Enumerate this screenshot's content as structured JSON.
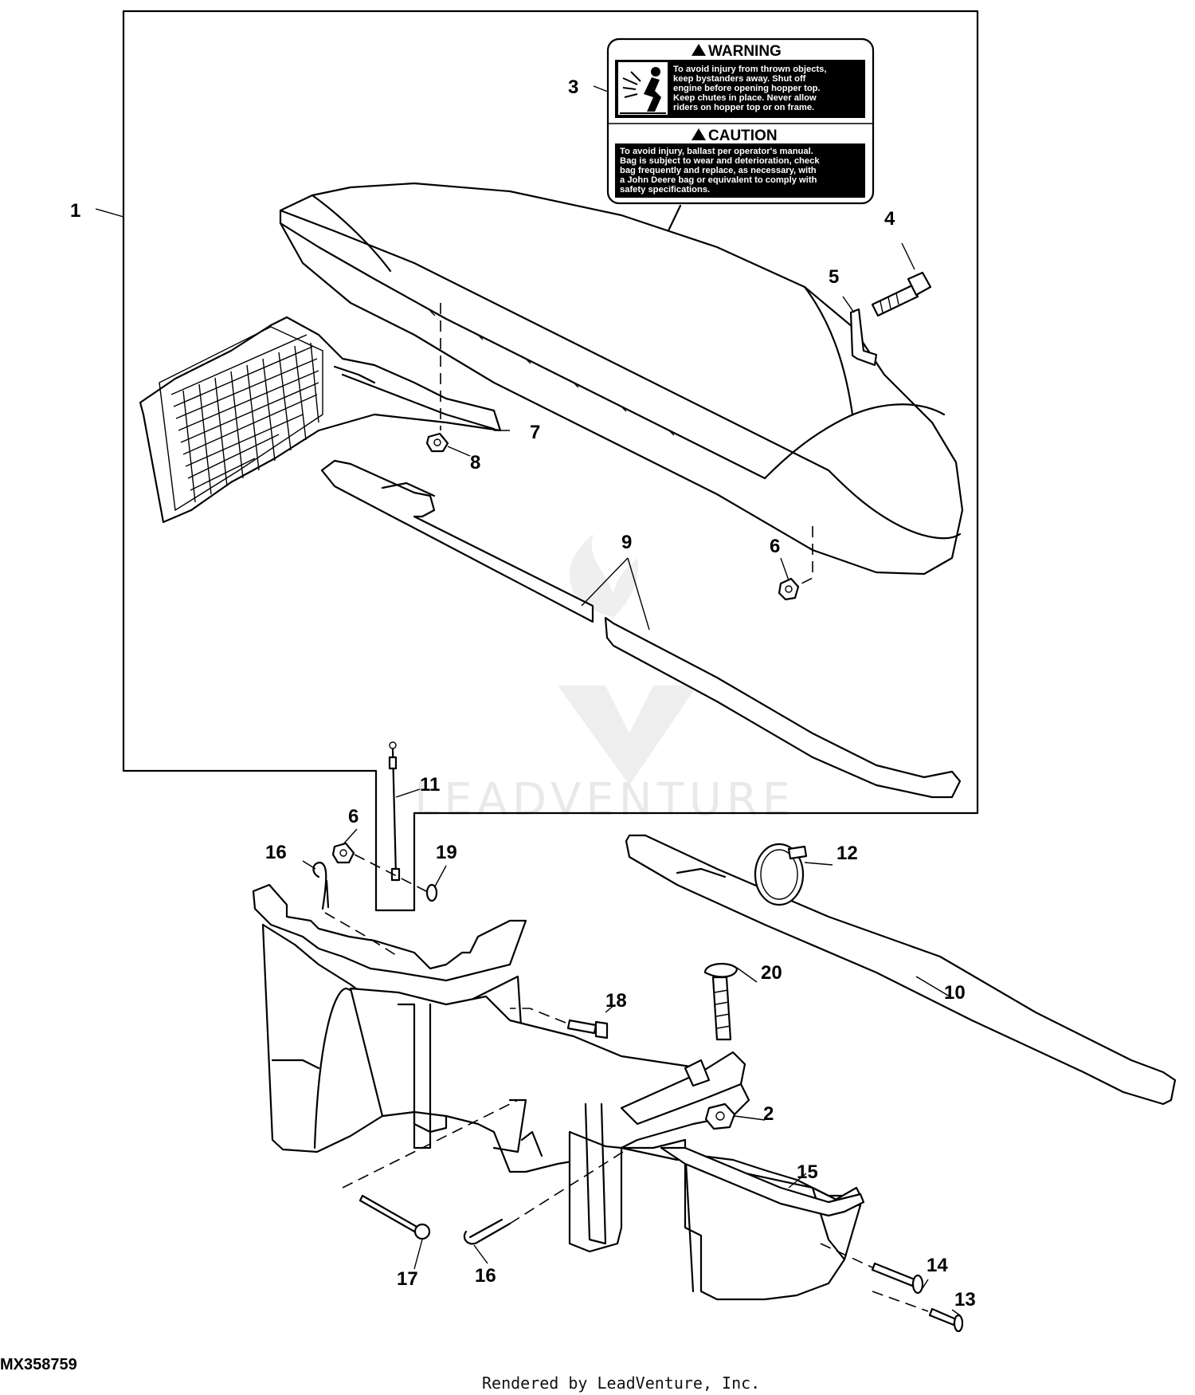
{
  "warning_label": {
    "warning_title": "WARNING",
    "warning_lines": [
      "To avoid injury from thrown objects,",
      "keep bystanders away. Shut off",
      "engine before opening hopper top.",
      "Keep chutes in place. Never allow",
      "riders on hopper top or on frame."
    ],
    "caution_title": "CAUTION",
    "caution_lines": [
      "To avoid injury, ballast per operator's manual.",
      "Bag is subject to wear and deterioration, check",
      "bag frequently and replace, as necessary, with",
      "a John Deere bag or equivalent to comply with",
      "safety specifications."
    ]
  },
  "callouts": {
    "c1": "1",
    "c2": "2",
    "c3": "3",
    "c4": "4",
    "c5": "5",
    "c6a": "6",
    "c6b": "6",
    "c7": "7",
    "c8": "8",
    "c9": "9",
    "c10": "10",
    "c11": "11",
    "c12": "12",
    "c13": "13",
    "c14": "14",
    "c15": "15",
    "c16a": "16",
    "c16b": "16",
    "c17": "17",
    "c18": "18",
    "c19": "19",
    "c20": "20"
  },
  "figure_id": "MX358759",
  "footer": "Rendered by LeadVenture, Inc.",
  "watermark": "LEADVENTURE"
}
